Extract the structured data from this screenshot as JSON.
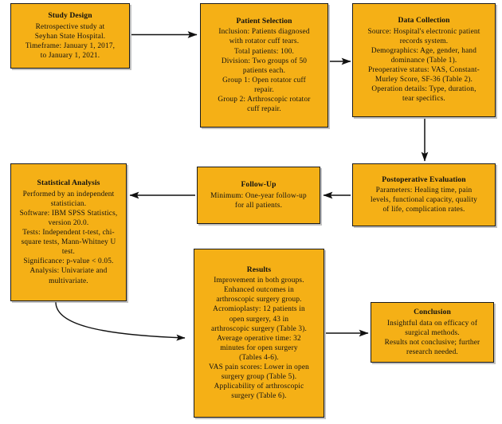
{
  "diagram": {
    "type": "flowchart",
    "title": "Study methodology flowchart",
    "colors": {
      "node_fill": "#F5B016",
      "node_border": "#1a1a1a",
      "arrow": "#111111",
      "background": "#ffffff"
    },
    "nodes": [
      {
        "id": "study_design",
        "title": "Study Design",
        "lines": [
          "Retrospective study at",
          "Seyhan State Hospital.",
          "Timeframe: January 1, 2017,",
          "to January 1, 2021."
        ]
      },
      {
        "id": "patient_selection",
        "title": "Patient Selection",
        "lines": [
          "Inclusion: Patients diagnosed",
          "with rotator cuff tears.",
          "Total patients: 100.",
          "Division: Two groups of 50",
          "patients each.",
          "Group 1: Open rotator cuff",
          "repair.",
          "Group 2: Arthroscopic rotator",
          "cuff repair."
        ]
      },
      {
        "id": "data_collection",
        "title": "Data Collection",
        "lines": [
          "Source: Hospital's electronic patient",
          "records system.",
          "Demographics: Age, gender, hand",
          "dominance (Table 1).",
          "Preoperative status: VAS, Constant-",
          "Murley Score, SF-36 (Table 2).",
          "Operation details: Type, duration,",
          "tear specifics."
        ]
      },
      {
        "id": "postoperative_evaluation",
        "title": "Postoperative Evaluation",
        "lines": [
          "Parameters: Healing time, pain",
          "levels, functional capacity, quality",
          "of life, complication rates."
        ]
      },
      {
        "id": "follow_up",
        "title": "Follow-Up",
        "lines": [
          "Minimum: One-year follow-up",
          "for all patients."
        ]
      },
      {
        "id": "statistical_analysis",
        "title": "Statistical Analysis",
        "lines": [
          "Performed by an independent",
          "statistician.",
          "Software: IBM SPSS Statistics,",
          "version 20.0.",
          "Tests: Independent t-test, chi-",
          "square tests, Mann-Whitney U",
          "test.",
          "Significance: p-value < 0.05.",
          "Analysis: Univariate and",
          "multivariate."
        ]
      },
      {
        "id": "results",
        "title": "Results",
        "lines": [
          "Improvement in both groups.",
          "Enhanced outcomes in",
          "arthroscopic surgery group.",
          "Acromioplasty: 12 patients in",
          "open surgery, 43 in",
          "arthroscopic surgery (Table 3).",
          "Average operative time: 32",
          "minutes for open surgery",
          "(Tables 4-6).",
          "VAS pain scores: Lower in open",
          "surgery group (Table 5).",
          "Applicability of arthroscopic",
          "surgery (Table 6)."
        ]
      },
      {
        "id": "conclusion",
        "title": "Conclusion",
        "lines": [
          "Insightful data on efficacy of",
          "surgical methods.",
          "Results not conclusive; further",
          "research needed."
        ]
      }
    ],
    "edges": [
      {
        "from": "study_design",
        "to": "patient_selection",
        "style": "straight-right"
      },
      {
        "from": "patient_selection",
        "to": "data_collection",
        "style": "straight-right"
      },
      {
        "from": "data_collection",
        "to": "postoperative_evaluation",
        "style": "straight-down"
      },
      {
        "from": "postoperative_evaluation",
        "to": "follow_up",
        "style": "straight-left"
      },
      {
        "from": "follow_up",
        "to": "statistical_analysis",
        "style": "straight-left"
      },
      {
        "from": "statistical_analysis",
        "to": "results",
        "style": "curved-down-right"
      },
      {
        "from": "results",
        "to": "conclusion",
        "style": "straight-right"
      }
    ]
  }
}
